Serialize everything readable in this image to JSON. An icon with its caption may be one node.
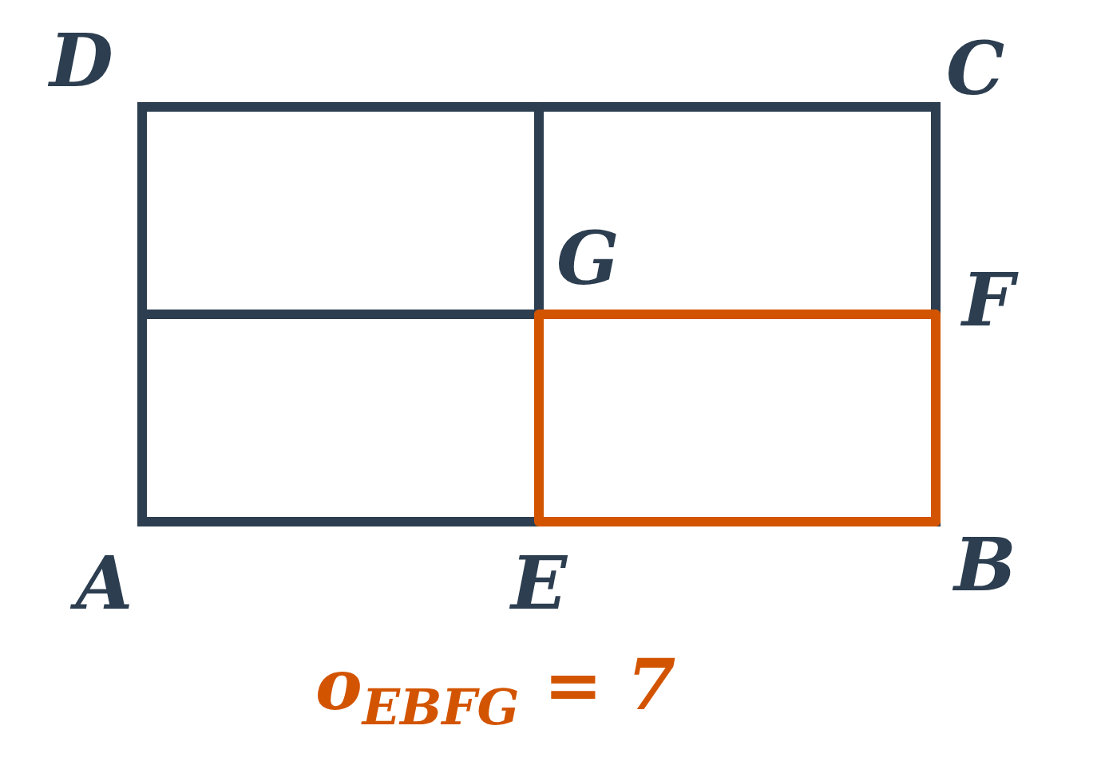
{
  "diagram": {
    "caption": "o$_{EBFG}$ = 7",
    "labels": [
      "D",
      "C",
      "G",
      "F",
      "A",
      "E",
      "B"
    ]
  }
}
